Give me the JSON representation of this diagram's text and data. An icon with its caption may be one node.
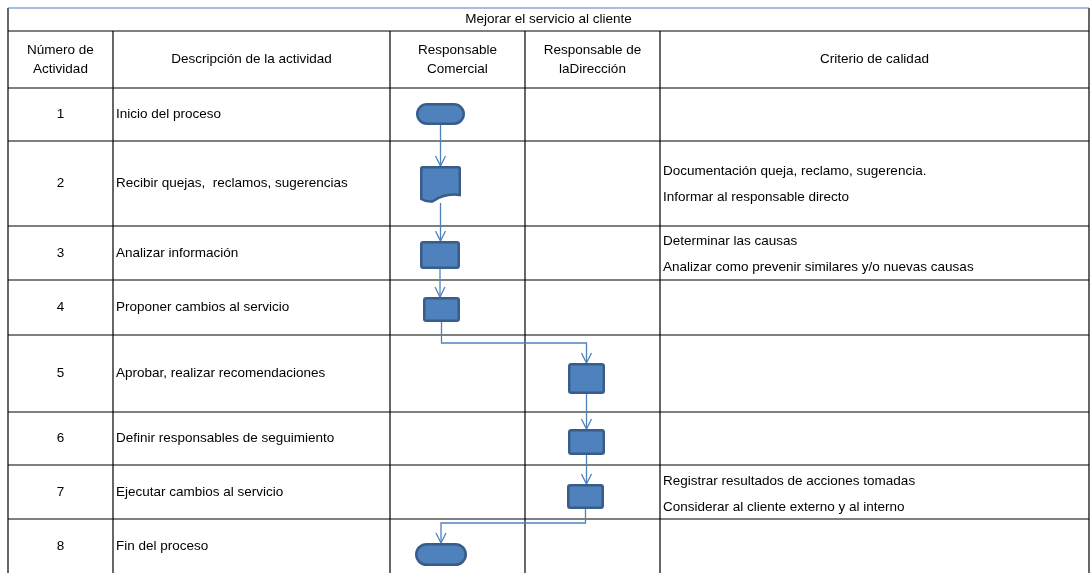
{
  "diagram": {
    "nodes": [
      {
        "text": [],
        "shape": "terminator"
      },
      {
        "text": [],
        "shape": "document"
      },
      {
        "text": [],
        "shape": "box"
      },
      {
        "text": [],
        "shape": "box"
      },
      {
        "text": [],
        "shape": "box"
      },
      {
        "text": [],
        "shape": "box"
      },
      {
        "text": [],
        "shape": "box"
      },
      {
        "text": [],
        "shape": "terminator"
      }
    ],
    "edges": [
      {
        "from": 0,
        "to": 1,
        "arrow": "to"
      },
      {
        "from": 1,
        "to": 2,
        "arrow": "to"
      },
      {
        "from": 2,
        "to": 3,
        "arrow": "to"
      },
      {
        "from": 3,
        "to": 4,
        "arrow": "to"
      },
      {
        "from": 4,
        "to": 5,
        "arrow": "to"
      },
      {
        "from": 5,
        "to": 6,
        "arrow": "to"
      },
      {
        "from": 6,
        "to": 7,
        "arrow": "to"
      }
    ],
    "labels": [
      "Mejorar el servicio al cliente",
      "Número de Actividad",
      "Descripción de la actividad",
      "Responsable Comercial",
      "Responsable de laDirección",
      "Criterio de calidad",
      "1",
      "Inicio del proceso",
      "2",
      "Recibir quejas,  reclamos, sugerencias",
      "Documentación queja, reclamo, sugerencia.",
      "Informar al responsable directo",
      "3",
      "Analizar información",
      "Determinar las causas",
      "Analizar como prevenir similares y/o nuevas causas",
      "4",
      "Proponer cambios al servicio",
      "5",
      "Aprobar, realizar recomendaciones",
      "6",
      "Definir responsables de seguimiento",
      "7",
      "Ejecutar cambios al servicio",
      "Registrar resultados de acciones tomadas",
      "Considerar al cliente externo y al interno",
      "8",
      "Fin del proceso"
    ]
  }
}
